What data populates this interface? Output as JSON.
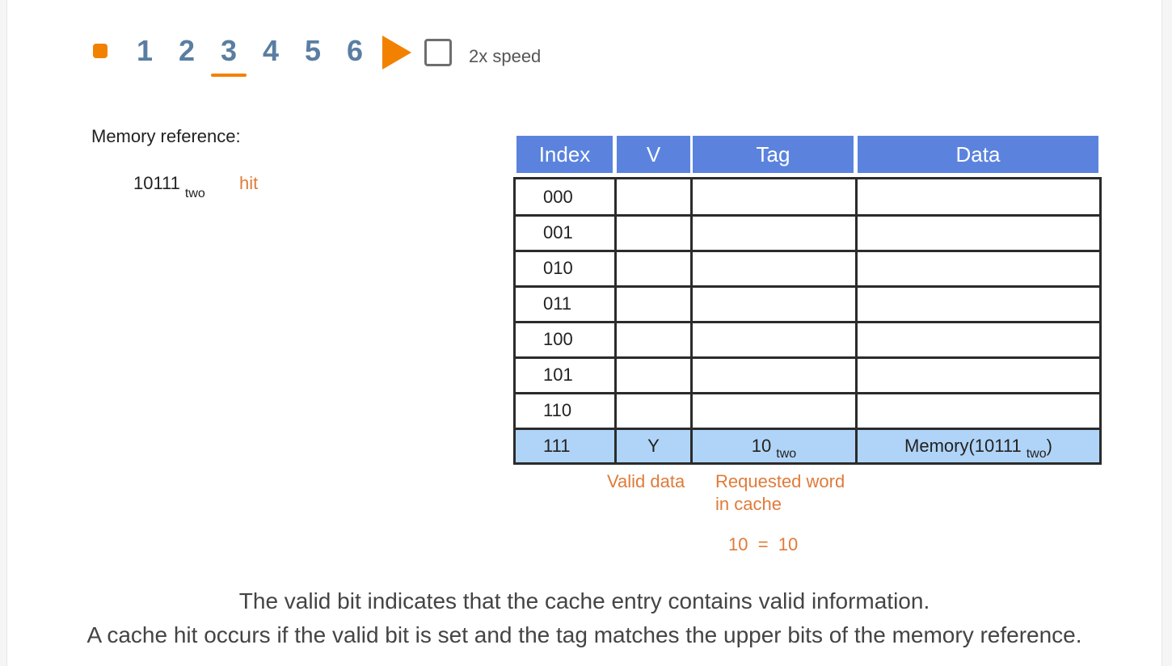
{
  "controls": {
    "steps": [
      "1",
      "2",
      "3",
      "4",
      "5",
      "6"
    ],
    "active_step": "3",
    "speed_label": "2x speed",
    "accent_color": "#f28100",
    "step_color": "#5a7ea2"
  },
  "memory_reference": {
    "label": "Memory reference:",
    "value": "10111",
    "value_sub": "two",
    "status": "hit"
  },
  "cache_table": {
    "headers": [
      "Index",
      "V",
      "Tag",
      "Data"
    ],
    "rows": [
      {
        "index": "000",
        "v": "",
        "tag": "",
        "tag_sub": "",
        "data": "",
        "data_sub": "",
        "data_tail": ""
      },
      {
        "index": "001",
        "v": "",
        "tag": "",
        "tag_sub": "",
        "data": "",
        "data_sub": "",
        "data_tail": ""
      },
      {
        "index": "010",
        "v": "",
        "tag": "",
        "tag_sub": "",
        "data": "",
        "data_sub": "",
        "data_tail": ""
      },
      {
        "index": "011",
        "v": "",
        "tag": "",
        "tag_sub": "",
        "data": "",
        "data_sub": "",
        "data_tail": ""
      },
      {
        "index": "100",
        "v": "",
        "tag": "",
        "tag_sub": "",
        "data": "",
        "data_sub": "",
        "data_tail": ""
      },
      {
        "index": "101",
        "v": "",
        "tag": "",
        "tag_sub": "",
        "data": "",
        "data_sub": "",
        "data_tail": ""
      },
      {
        "index": "110",
        "v": "",
        "tag": "",
        "tag_sub": "",
        "data": "",
        "data_sub": "",
        "data_tail": ""
      },
      {
        "index": "111",
        "v": "Y",
        "tag": "10",
        "tag_sub": "two",
        "data": "Memory(10111",
        "data_sub": "two",
        "data_tail": ")"
      }
    ],
    "highlight_row": "111",
    "header_color": "#5b83de",
    "highlight_color": "#b0d4f7"
  },
  "annotations": {
    "valid_data": "Valid data",
    "requested_word_line1": "Requested word",
    "requested_word_line2": "in cache",
    "comparison": "10  =  10"
  },
  "caption": {
    "line1": "The valid bit indicates that the cache entry contains valid information.",
    "line2": "A cache hit occurs if the valid bit is set and the tag matches the upper bits of the memory reference."
  }
}
